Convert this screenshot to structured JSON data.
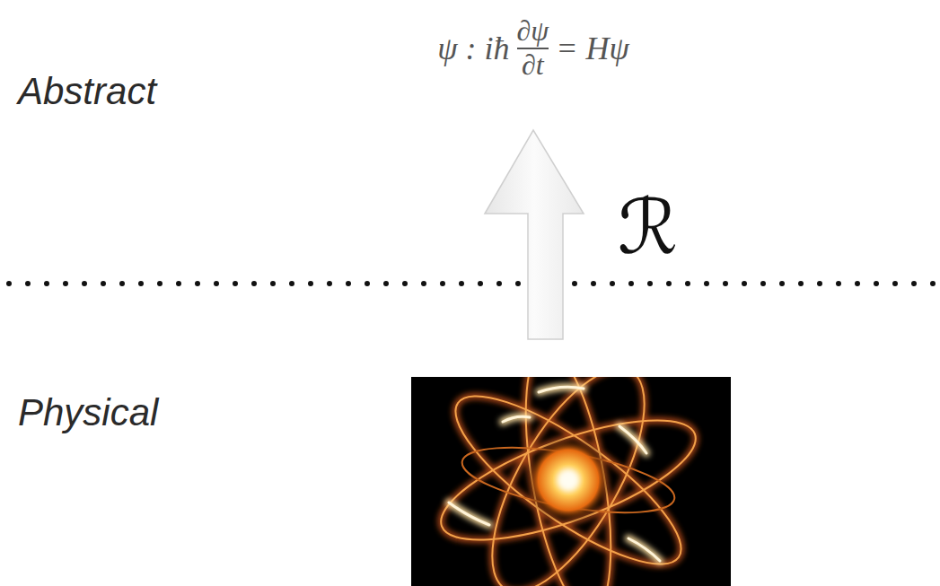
{
  "diagram": {
    "labels": [
      "Abstract",
      "ψ : iħ",
      "∂ψ",
      "∂t",
      "= Hψ",
      "ℛ",
      "Physical"
    ]
  }
}
